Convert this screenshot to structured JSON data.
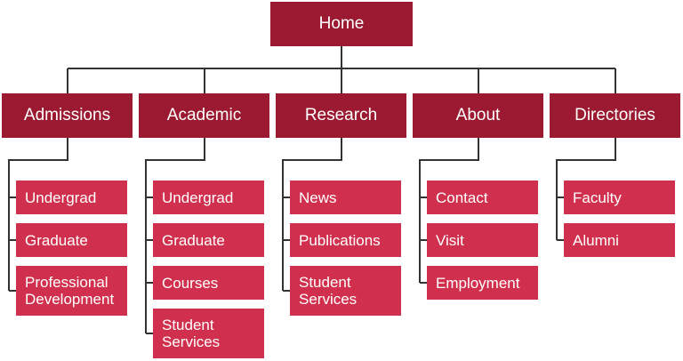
{
  "home": {
    "label": "Home"
  },
  "sections": [
    {
      "label": "Admissions",
      "children": [
        "Undergrad",
        "Graduate",
        "Professional Development"
      ]
    },
    {
      "label": "Academic",
      "children": [
        "Undergrad",
        "Graduate",
        "Courses",
        "Student Services"
      ]
    },
    {
      "label": "Research",
      "children": [
        "News",
        "Publications",
        "Student Services"
      ]
    },
    {
      "label": "About",
      "children": [
        "Contact",
        "Visit",
        "Employment"
      ]
    },
    {
      "label": "Directories",
      "children": [
        "Faculty",
        "Alumni"
      ]
    }
  ],
  "colors": {
    "primary": "#9b1a31",
    "secondary": "#d0304d",
    "line": "#333333"
  }
}
